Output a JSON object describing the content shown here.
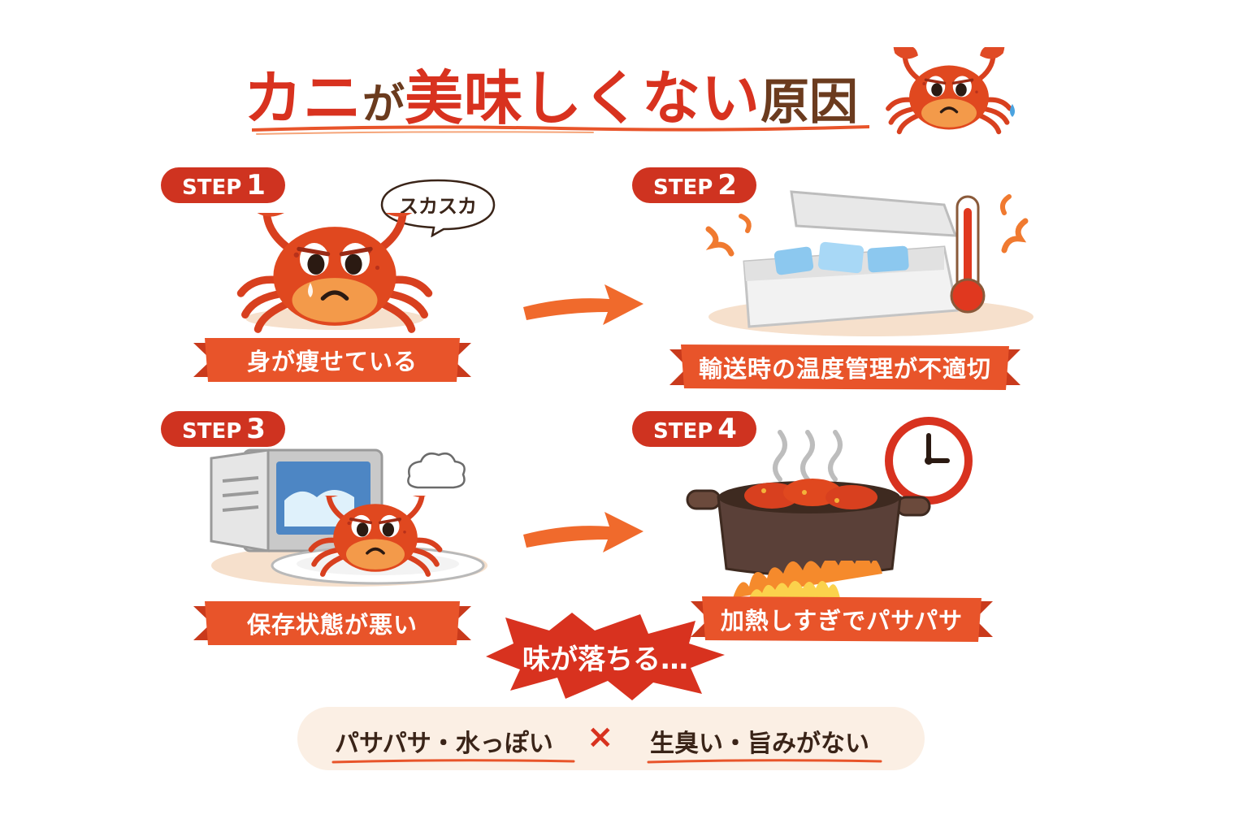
{
  "title": {
    "part1": "カニ",
    "part2": "が",
    "part3": "美味しくない",
    "part4": "原因"
  },
  "steps": [
    {
      "label": "STEP",
      "number": "1",
      "caption": "身が痩せている",
      "bubble": "スカスカ"
    },
    {
      "label": "STEP",
      "number": "2",
      "caption": "輸送時の温度管理が不適切"
    },
    {
      "label": "STEP",
      "number": "3",
      "caption": "保存状態が悪い"
    },
    {
      "label": "STEP",
      "number": "4",
      "caption": "加熱しすぎでパサパサ"
    }
  ],
  "burst": "味が落ちる…",
  "summary": {
    "left": "パサパサ・水っぽい",
    "separator": "×",
    "right": "生臭い・旨みがない"
  },
  "colors": {
    "primary_red": "#cf3320",
    "ribbon_orange": "#e8542a",
    "arrow_orange": "#f06a2c",
    "text_brown": "#3a2418",
    "summary_bg": "#fbefe4"
  },
  "icons": [
    "sad-crab-icon",
    "cooler-box-icon",
    "thermometer-icon",
    "freezer-icon",
    "plate-icon",
    "pot-icon",
    "flame-icon",
    "clock-icon",
    "steam-icon",
    "arrow-icon"
  ]
}
